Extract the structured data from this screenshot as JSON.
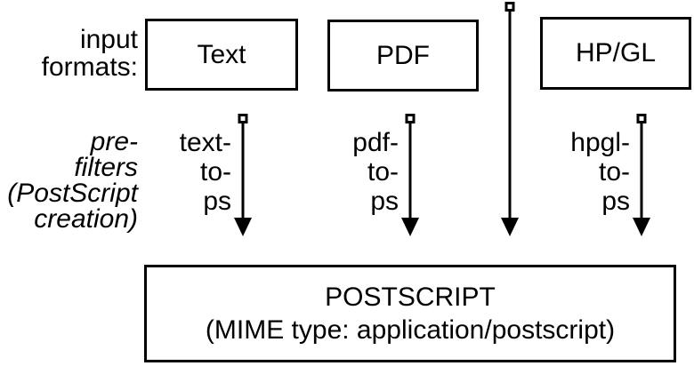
{
  "diagram": {
    "background": "#ffffff",
    "ink": "#000000",
    "labels": {
      "input_formats": "input\nformats:",
      "prefilters": "pre-\nfilters\n(PostScript\ncreation)"
    },
    "input_boxes": [
      {
        "label": "Text"
      },
      {
        "label": "PDF"
      },
      {
        "label": "HP/GL"
      }
    ],
    "prefilter_arrows": [
      {
        "label": "text-\nto-\nps"
      },
      {
        "label": "pdf-\nto-\nps"
      },
      {
        "label": "hpgl-\nto-\nps"
      }
    ],
    "output_box": {
      "title": "POSTSCRIPT",
      "subtitle": "(MIME type: application/postscript)"
    }
  }
}
